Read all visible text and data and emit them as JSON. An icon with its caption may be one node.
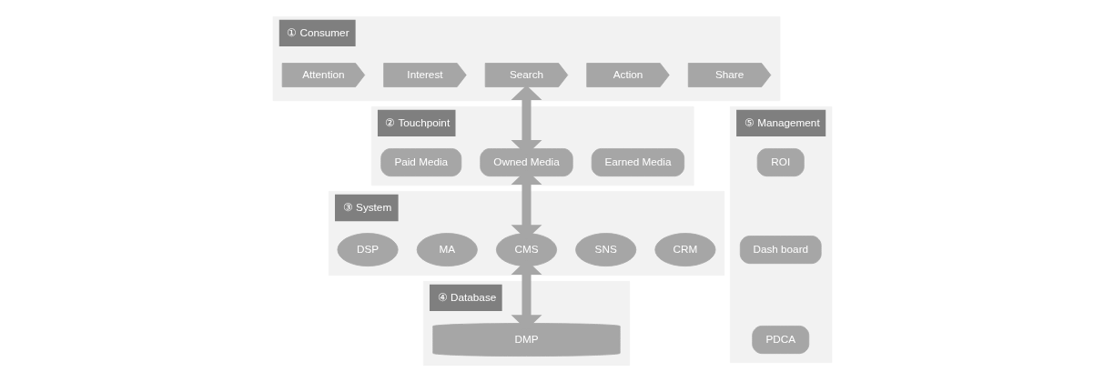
{
  "diagram": {
    "nodes": [
      {
        "text": [
          "① Consumer"
        ]
      },
      {
        "text": [
          "Attention"
        ],
        "in": 0
      },
      {
        "text": [
          "Interest"
        ],
        "in": 0
      },
      {
        "text": [
          "Search"
        ],
        "in": 0
      },
      {
        "text": [
          "Action"
        ],
        "in": 0
      },
      {
        "text": [
          "Share"
        ],
        "in": 0
      },
      {
        "text": [
          "② Touchpoint"
        ]
      },
      {
        "text": [
          "Paid Media"
        ],
        "in": 6
      },
      {
        "text": [
          "Owned Media"
        ],
        "in": 6
      },
      {
        "text": [
          "Earned Media"
        ],
        "in": 6
      },
      {
        "text": [
          "③ System"
        ]
      },
      {
        "text": [
          "DSP"
        ],
        "in": 10
      },
      {
        "text": [
          "MA"
        ],
        "in": 10
      },
      {
        "text": [
          "CMS"
        ],
        "in": 10
      },
      {
        "text": [
          "SNS"
        ],
        "in": 10
      },
      {
        "text": [
          "CRM"
        ],
        "in": 10
      },
      {
        "text": [
          "④ Database"
        ]
      },
      {
        "text": [
          "DMP"
        ],
        "in": 16
      },
      {
        "text": [
          "⑤ Management"
        ]
      },
      {
        "text": [
          "ROI"
        ],
        "in": 18
      },
      {
        "text": [
          "Dash board"
        ],
        "in": 18
      },
      {
        "text": [
          "PDCA"
        ],
        "in": 18
      }
    ],
    "edges": [
      {
        "from": 3,
        "to": 8,
        "arrow": "both"
      },
      {
        "from": 8,
        "to": 13,
        "arrow": "both"
      },
      {
        "from": 13,
        "to": 17,
        "arrow": "both"
      }
    ]
  }
}
